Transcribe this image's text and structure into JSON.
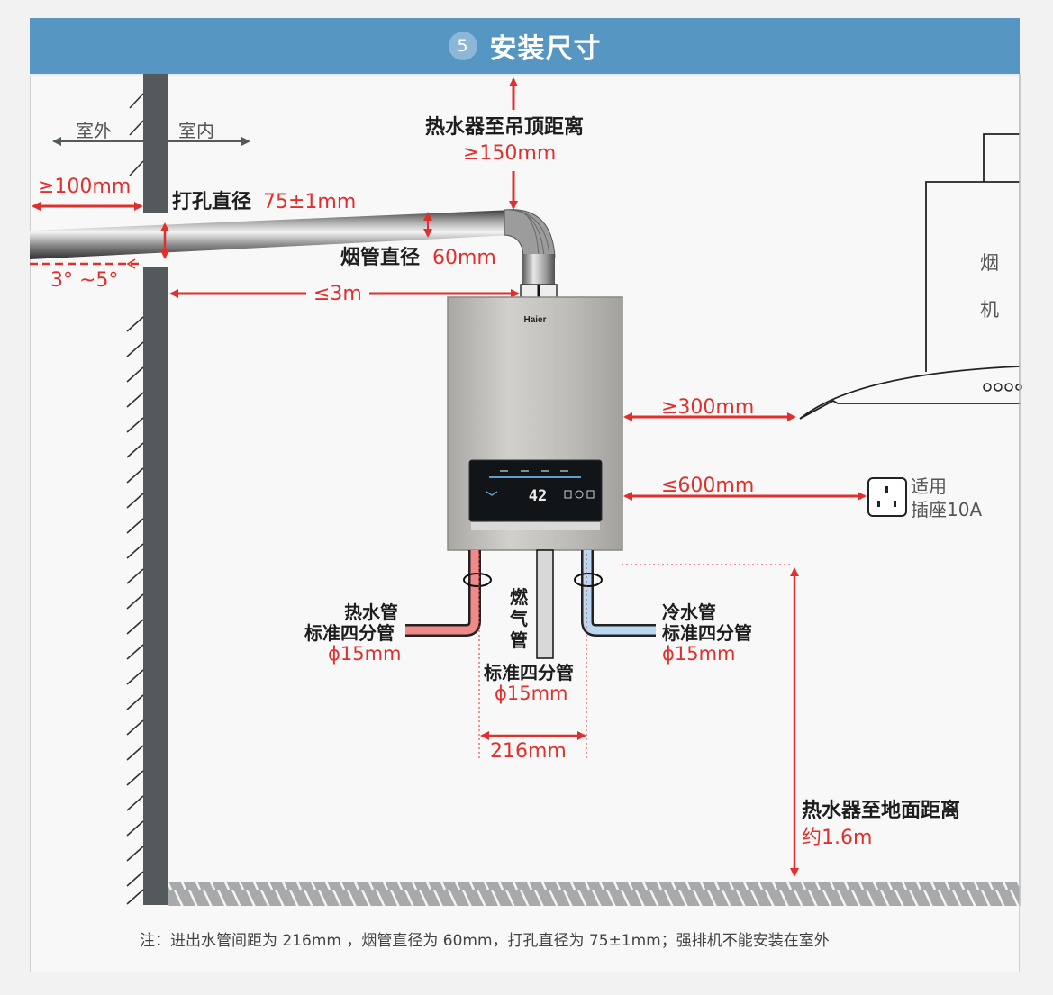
{
  "header": {
    "step_number": "5",
    "title": "安装尺寸"
  },
  "wall": {
    "outdoor_label": "室外",
    "indoor_label": "室内"
  },
  "flue": {
    "outside_extension": "≥100mm",
    "hole_diameter_label": "打孔直径",
    "hole_diameter_value": "75±1mm",
    "slope": "3° ~5°",
    "pipe_diameter_label": "烟管直径",
    "pipe_diameter_value": "60mm",
    "max_length": "≤3m",
    "ceiling_clearance_label": "热水器至吊顶距离",
    "ceiling_clearance_value": "≥150mm"
  },
  "heater": {
    "brand": "Haier",
    "display_temp": "42"
  },
  "range_hood": {
    "label_line1": "烟",
    "label_line2": "机",
    "clearance": "≥300mm"
  },
  "socket": {
    "distance": "≤600mm",
    "label_line1": "适用",
    "label_line2": "插座10A"
  },
  "pipes": {
    "hot": {
      "name": "热水管",
      "spec": "标准四分管",
      "size": "ϕ15mm"
    },
    "gas": {
      "name_chars": [
        "燃",
        "气",
        "管"
      ],
      "spec": "标准四分管",
      "size": "ϕ15mm"
    },
    "cold": {
      "name": "冷水管",
      "spec": "标准四分管",
      "size": "ϕ15mm"
    },
    "spacing": "216mm"
  },
  "floor": {
    "height_label": "热水器至地面距离",
    "height_value": "约1.6m"
  },
  "note": "注：进出水管间距为 216mm ，烟管直径为 60mm，打孔直径为 75±1mm；强排机不能安装在室外",
  "colors": {
    "header": "#5596c3",
    "accent_red": "#e0302d",
    "wall": "#54595c",
    "hot_pipe": "#f08a8a",
    "cold_pipe": "#b9d8f2"
  }
}
